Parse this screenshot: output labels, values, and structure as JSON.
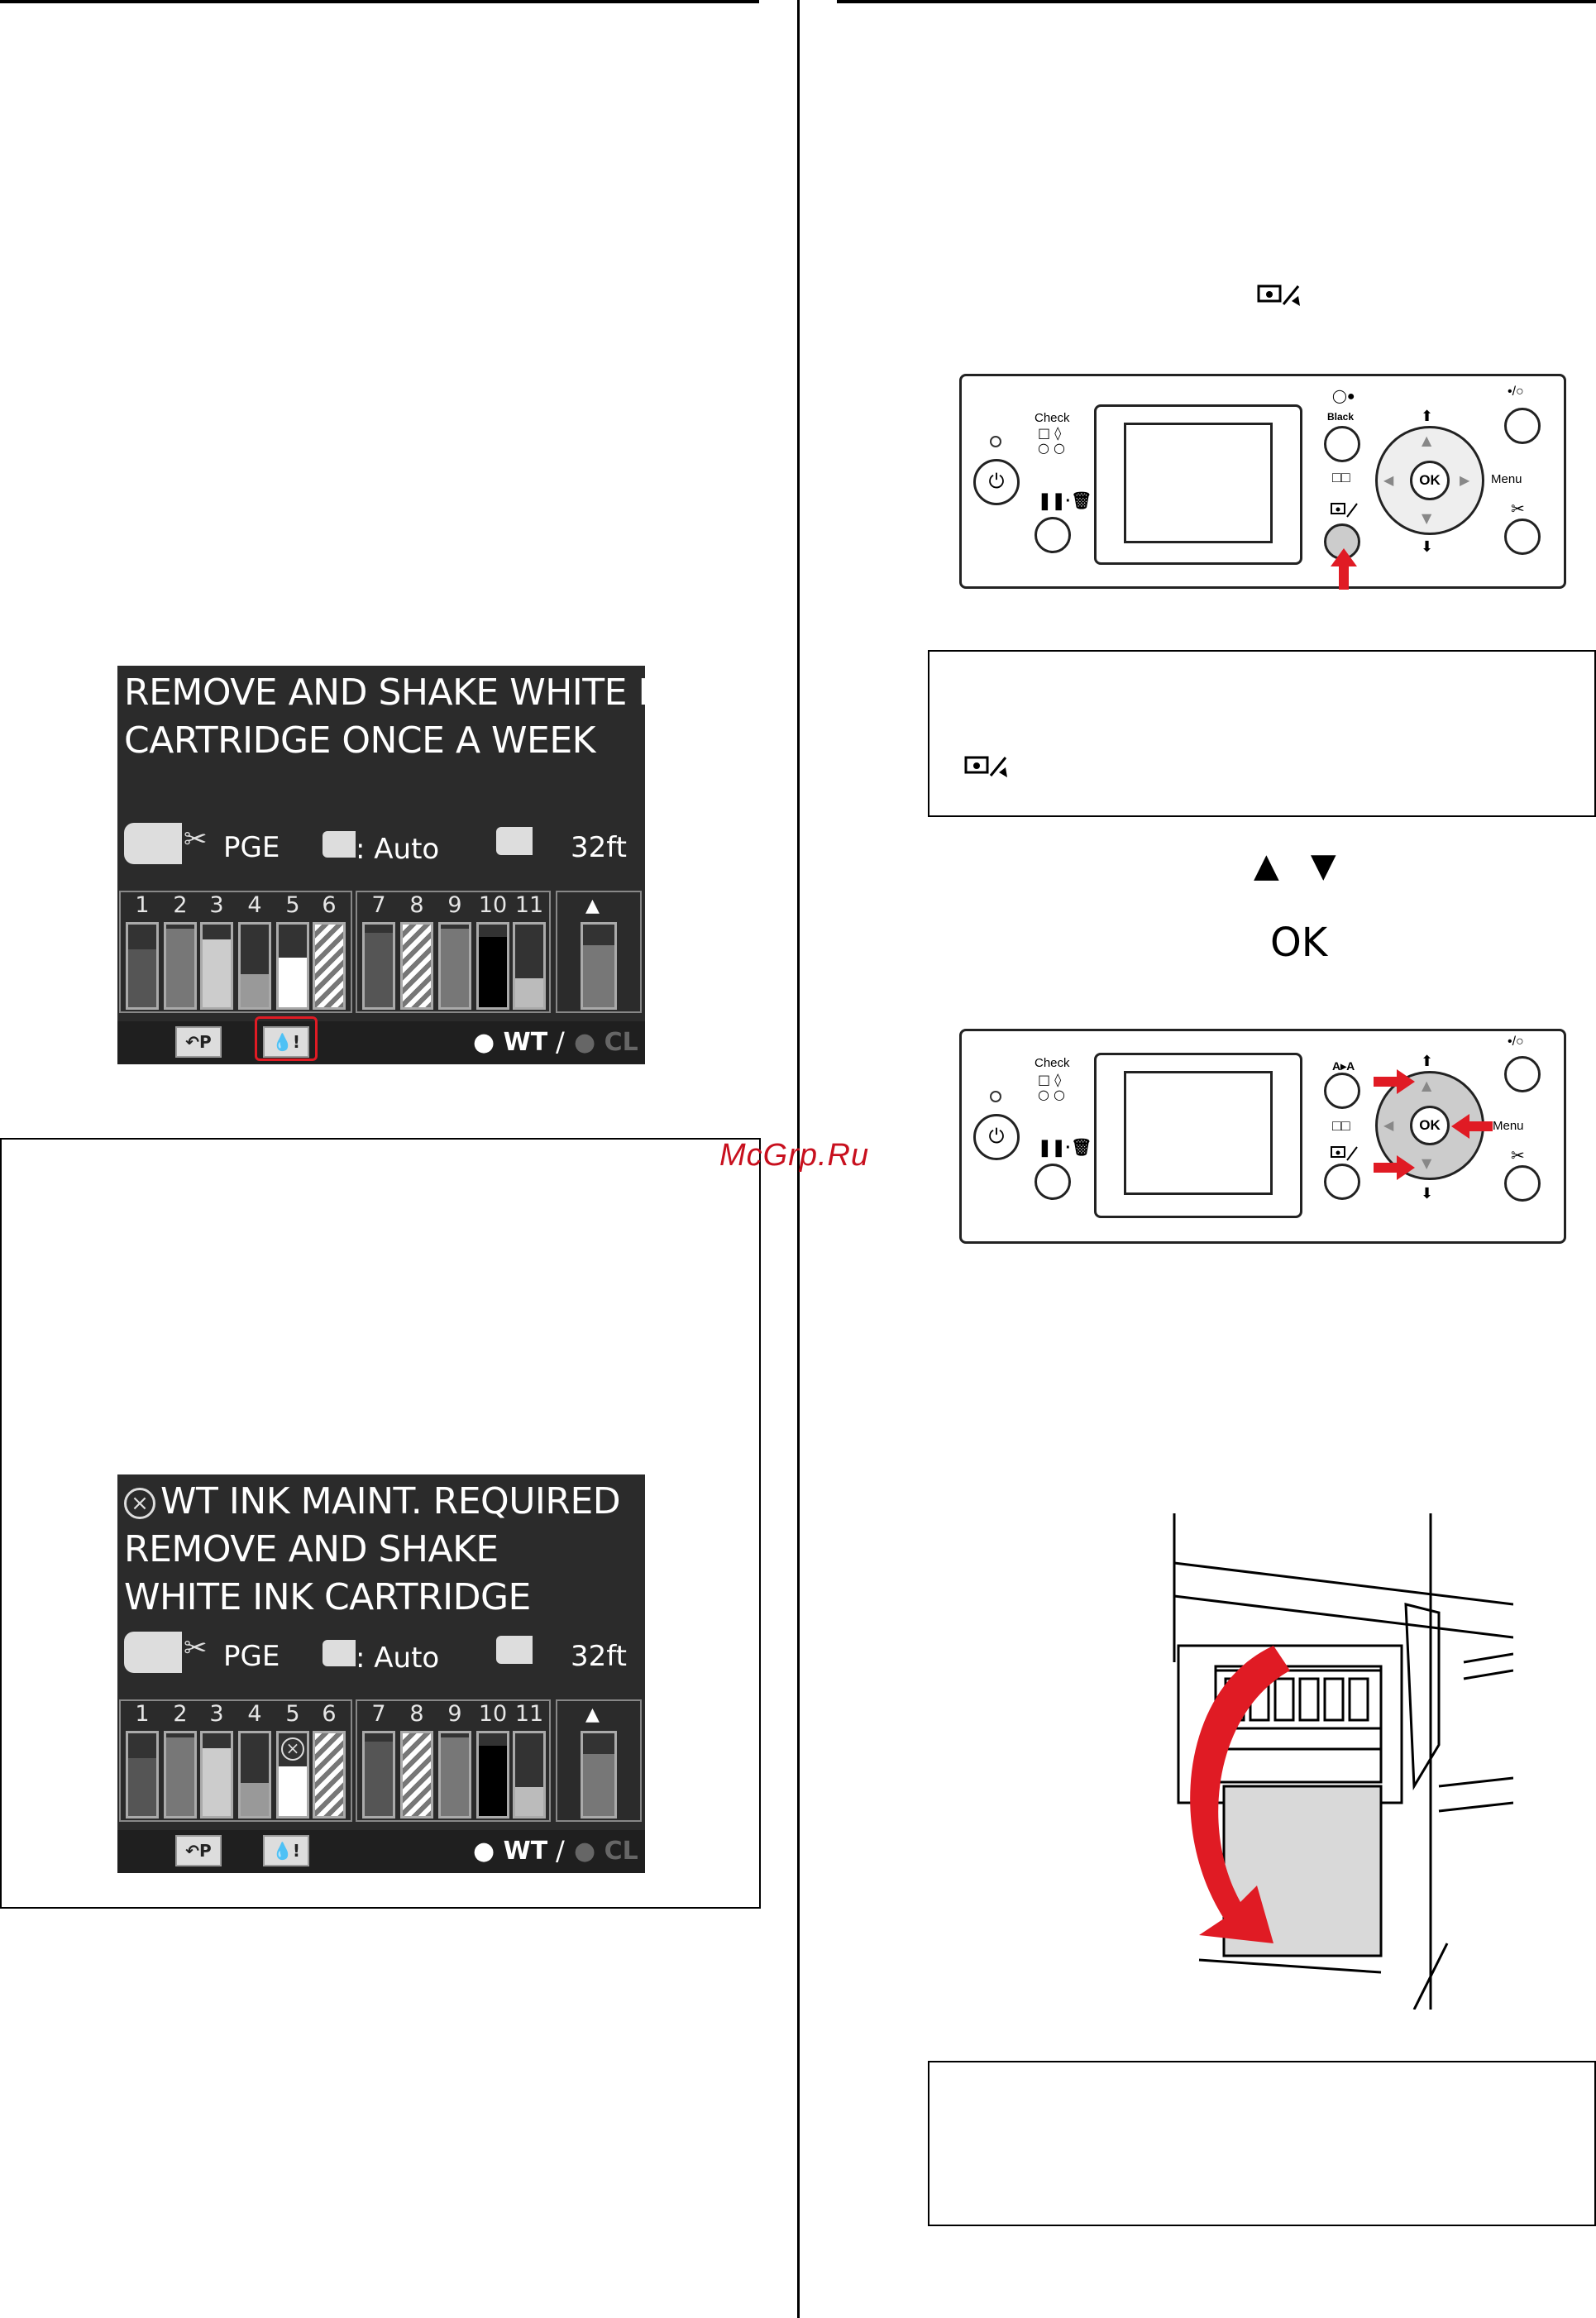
{
  "screen1": {
    "message_line1": "REMOVE AND SHAKE WHITE INK",
    "message_line2": "CARTRIDGE ONCE A WEEK",
    "paper_type": "PGE",
    "margin_label": ": Auto",
    "roll_length": "32ft",
    "slot_numbers_left": [
      "1",
      "2",
      "3",
      "4",
      "5",
      "6"
    ],
    "slot_numbers_right": [
      "7",
      "8",
      "9",
      "10",
      "11"
    ],
    "ink_mode": "WT",
    "ink_mode_sep": "/",
    "ink_mode_alt": "CL"
  },
  "screen2": {
    "message_line1": "WT INK MAINT. REQUIRED",
    "message_line2": "REMOVE AND SHAKE",
    "message_line3": "WHITE INK CARTRIDGE",
    "paper_type": "PGE",
    "margin_label": ": Auto",
    "roll_length": "32ft",
    "slot_numbers_left": [
      "1",
      "2",
      "3",
      "4",
      "5",
      "6"
    ],
    "slot_numbers_right": [
      "7",
      "8",
      "9",
      "10",
      "11"
    ],
    "ink_mode": "WT",
    "ink_mode_sep": "/",
    "ink_mode_alt": "CL"
  },
  "panel1": {
    "check_label": "Check",
    "black_label": "Black",
    "menu_label": "Menu",
    "ok_label": "OK"
  },
  "panel2": {
    "check_label": "Check",
    "aa_label": "A▸A",
    "menu_label": "Menu",
    "ok_label": "OK"
  },
  "step_text": {
    "arrows": "▲   ▼",
    "ok": "OK"
  },
  "watermark": "McGrp.Ru",
  "colors": {
    "highlight_red": "#e01b24",
    "lcd_bg": "#2b2b2b"
  }
}
